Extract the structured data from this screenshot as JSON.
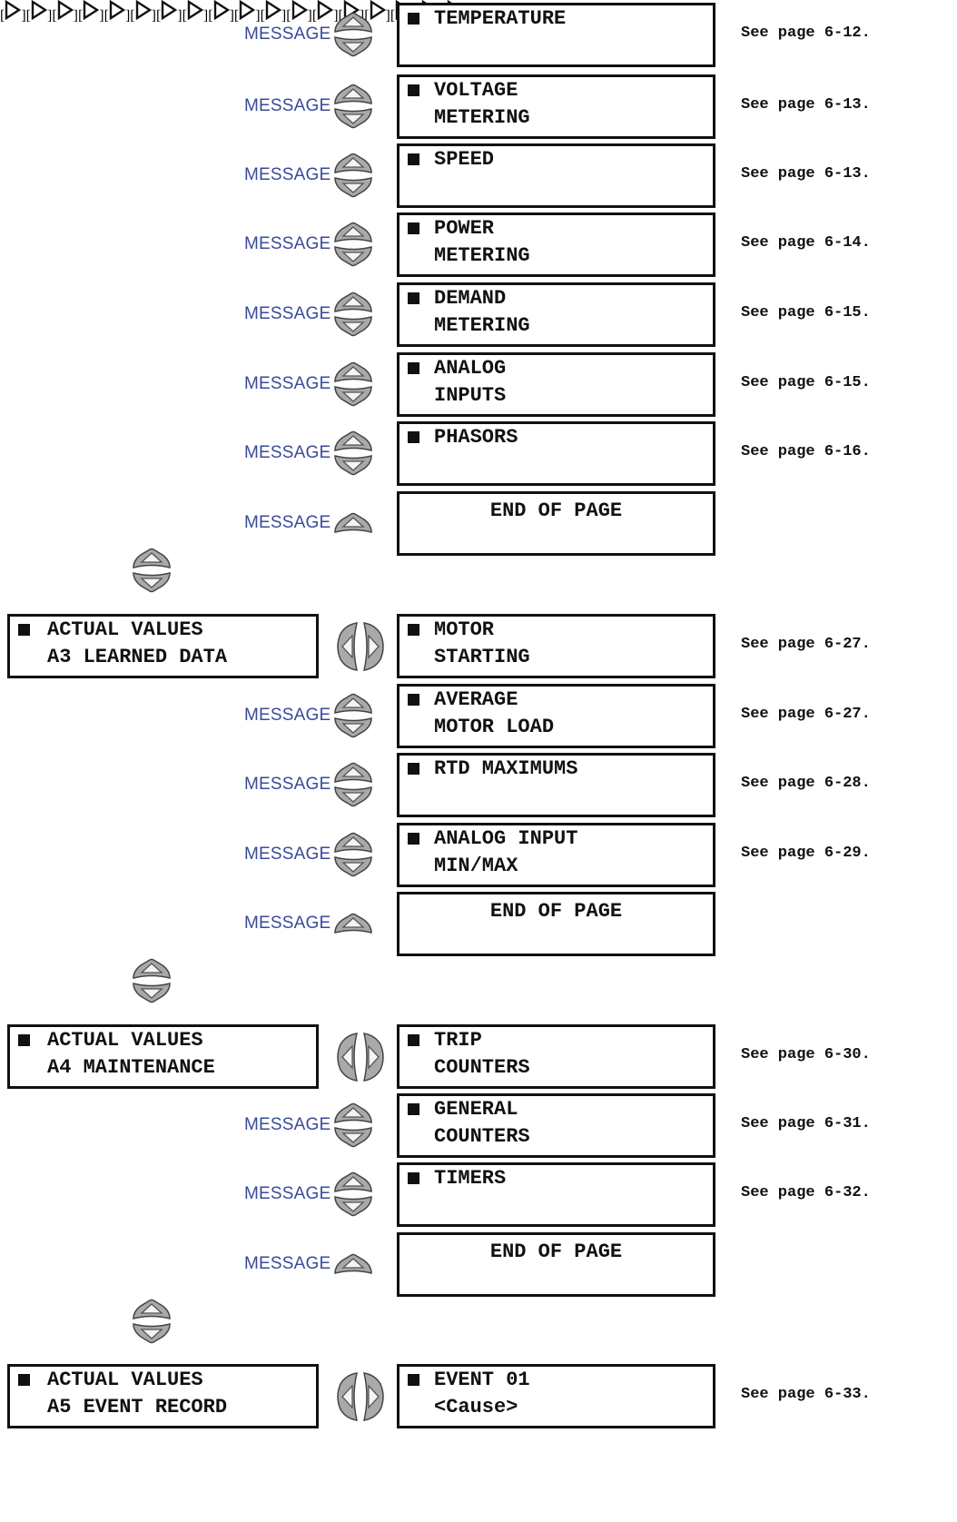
{
  "labels": {
    "message": "MESSAGE",
    "arrow_text": "[ ]",
    "end_of_page": "END OF PAGE"
  },
  "sections": [
    {
      "items": [
        {
          "title": "TEMPERATURE",
          "subtitle": "",
          "ref": "See page 6-12."
        },
        {
          "title": "VOLTAGE",
          "subtitle": "METERING",
          "ref": "See page 6-13."
        },
        {
          "title": "SPEED",
          "subtitle": "",
          "ref": "See page 6-13."
        },
        {
          "title": "POWER",
          "subtitle": "METERING",
          "ref": "See page 6-14."
        },
        {
          "title": "DEMAND",
          "subtitle": "METERING",
          "ref": "See page 6-15."
        },
        {
          "title": "ANALOG",
          "subtitle": "INPUTS",
          "ref": "See page 6-15."
        },
        {
          "title": "PHASORS",
          "subtitle": "",
          "ref": "See page 6-16."
        }
      ]
    },
    {
      "header": {
        "title": "ACTUAL VALUES",
        "subtitle": "A3 LEARNED DATA"
      },
      "items": [
        {
          "title": "MOTOR",
          "subtitle": "STARTING",
          "ref": "See page 6-27."
        },
        {
          "title": "AVERAGE",
          "subtitle": "MOTOR LOAD",
          "ref": "See page 6-27."
        },
        {
          "title": "RTD MAXIMUMS",
          "subtitle": "",
          "ref": "See page 6-28."
        },
        {
          "title": "ANALOG INPUT",
          "subtitle": "MIN/MAX",
          "ref": "See page 6-29."
        }
      ]
    },
    {
      "header": {
        "title": "ACTUAL VALUES",
        "subtitle": "A4 MAINTENANCE"
      },
      "items": [
        {
          "title": "TRIP",
          "subtitle": "COUNTERS",
          "ref": "See page 6-30."
        },
        {
          "title": "GENERAL",
          "subtitle": "COUNTERS",
          "ref": "See page 6-31."
        },
        {
          "title": "TIMERS",
          "subtitle": "",
          "ref": "See page 6-32."
        }
      ]
    },
    {
      "header": {
        "title": "ACTUAL VALUES",
        "subtitle": "A5 EVENT RECORD"
      },
      "items": [
        {
          "title": "EVENT 01",
          "subtitle": "<Cause>",
          "ref": "See page 6-33."
        }
      ]
    }
  ]
}
